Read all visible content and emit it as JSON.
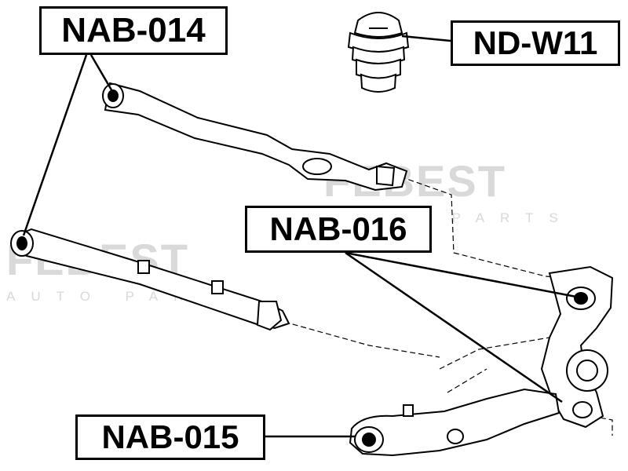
{
  "watermark": {
    "brand": "FEBEST",
    "sub": "AUTO PARTS"
  },
  "callouts": {
    "nab_014": "NAB-014",
    "nd_w11": "ND-W11",
    "nab_016": "NAB-016",
    "nab_015": "NAB-015"
  }
}
